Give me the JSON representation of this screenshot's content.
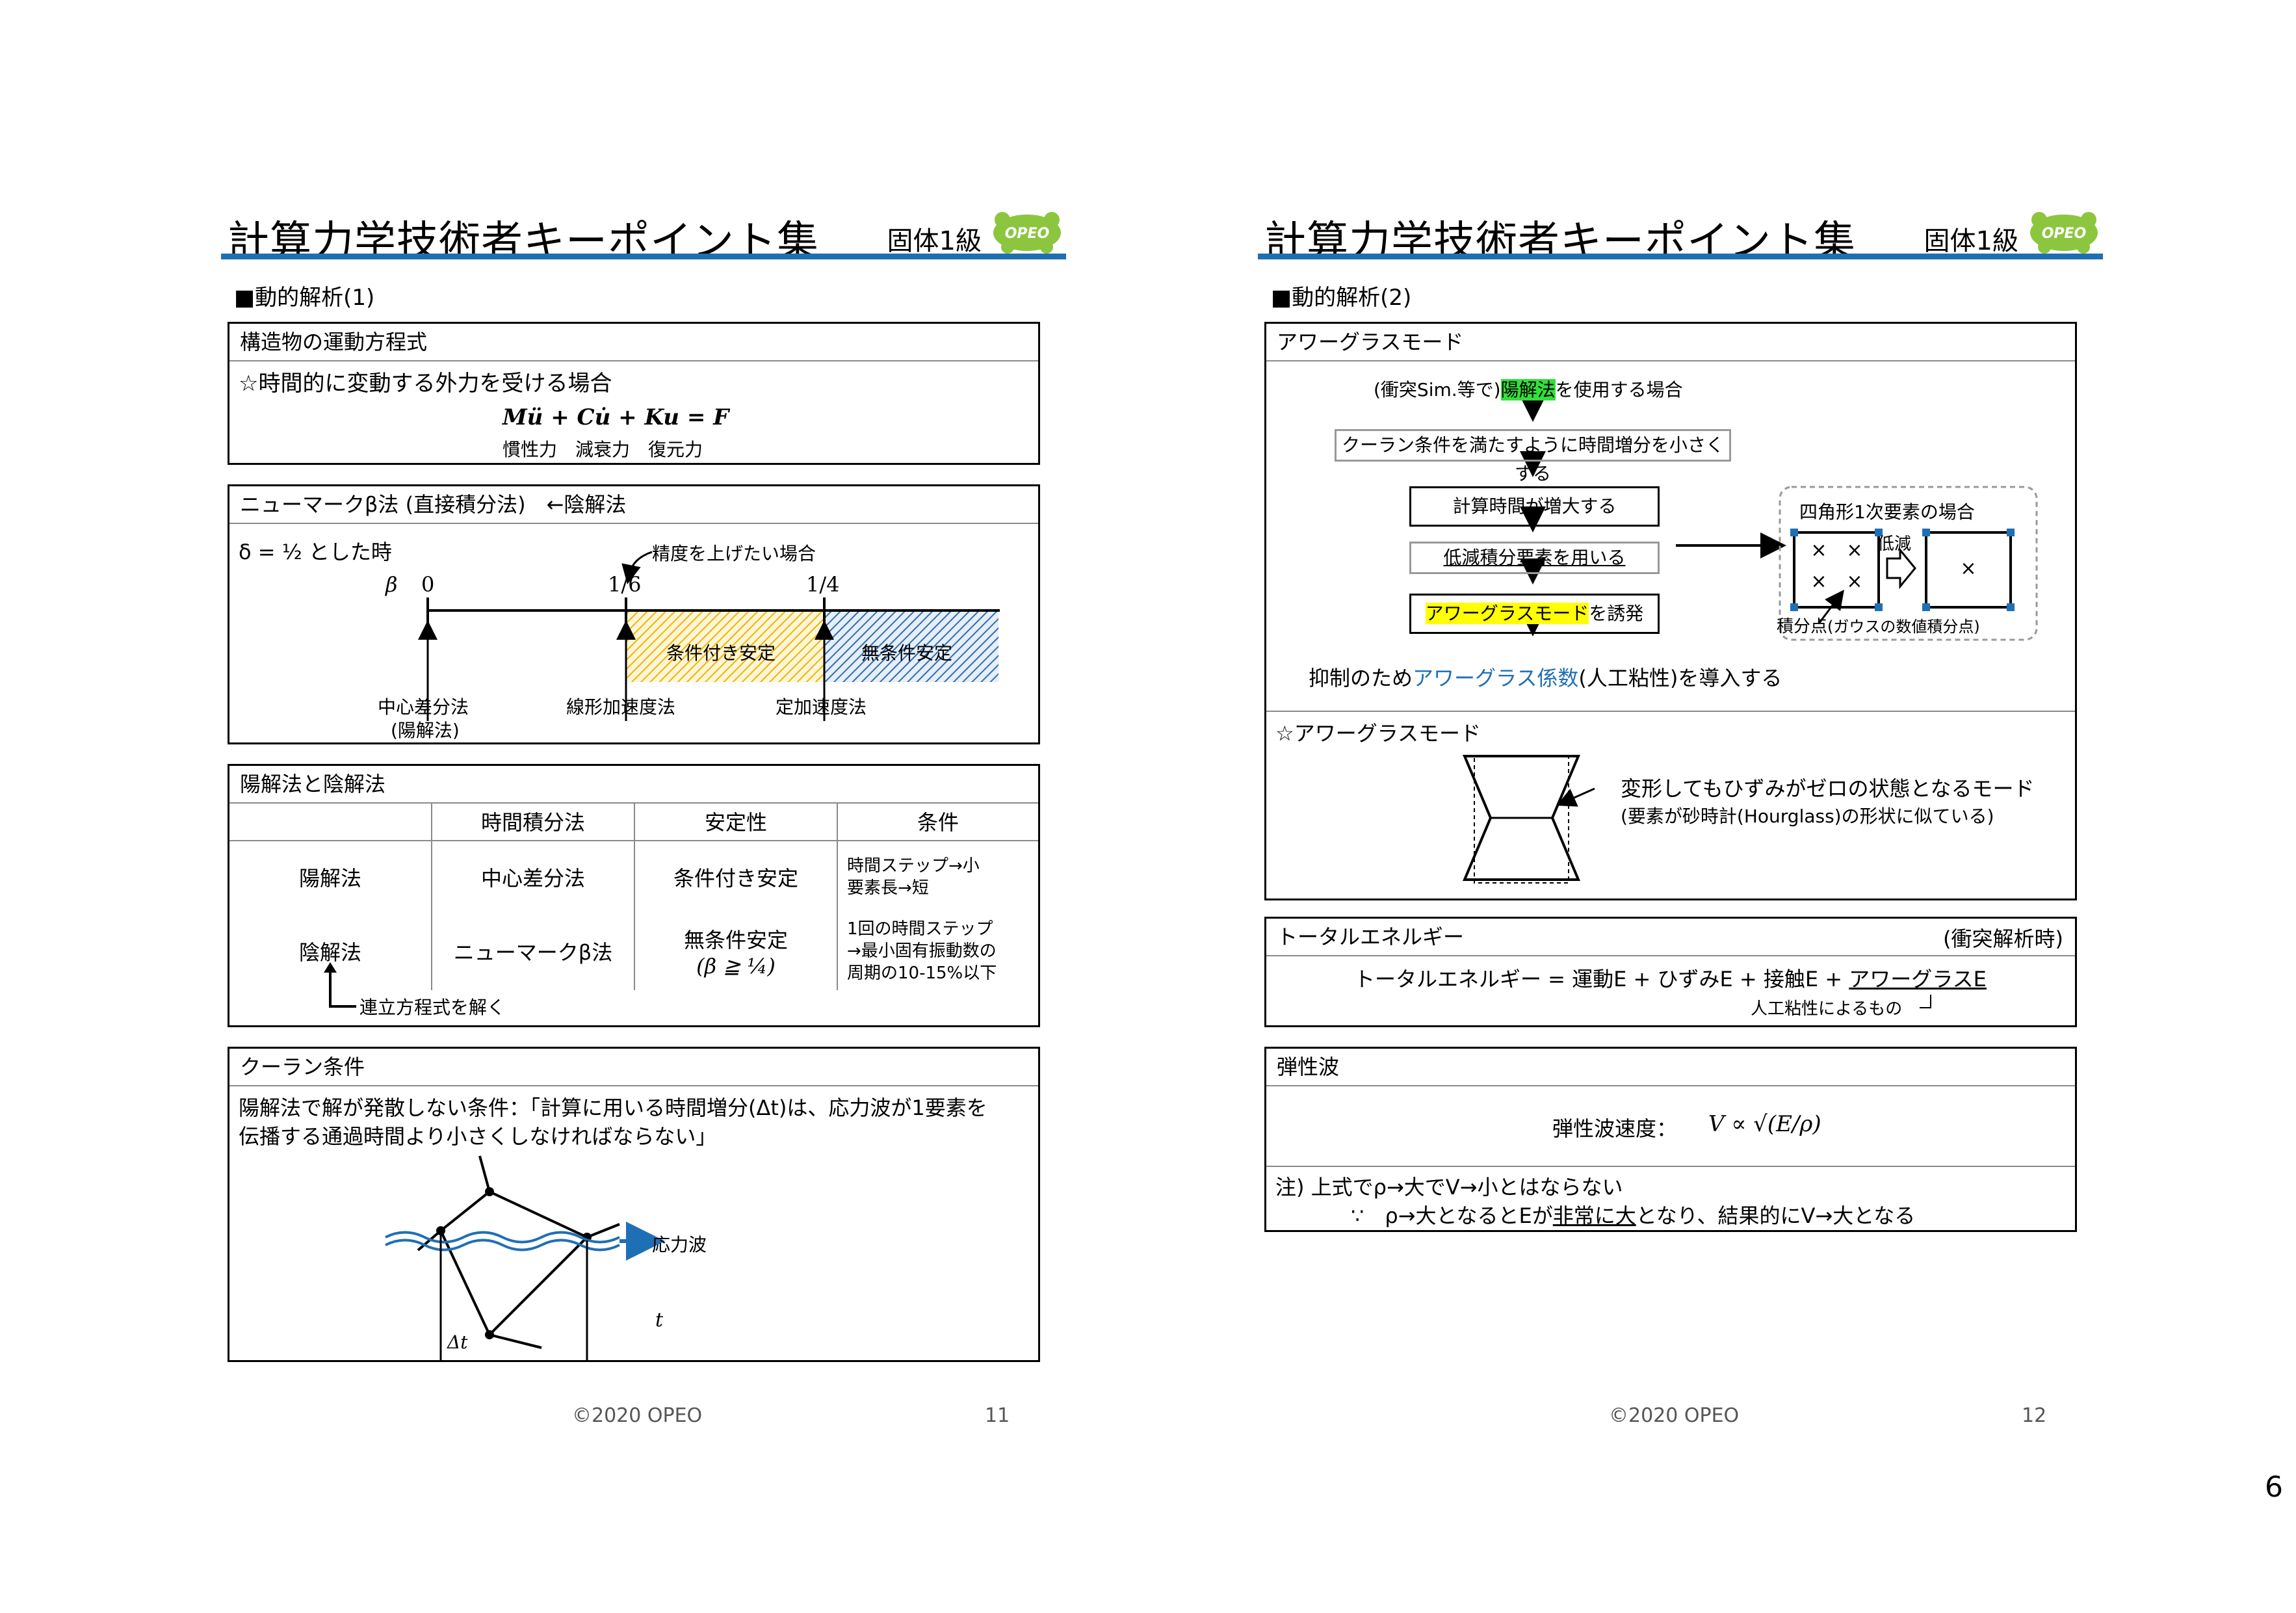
{
  "header": {
    "title": "計算力学技術者キーポイント集",
    "grade": "固体1級",
    "logo_text": "OPEO"
  },
  "left": {
    "section": "■動的解析(1)",
    "box1": {
      "title": "構造物の運動方程式",
      "line1": "☆時間的に変動する外力を受ける場合",
      "equation": "Mü + Cu̇ + Ku = F",
      "terms": "慣性力　減衰力　復元力"
    },
    "box2": {
      "title": "ニューマークβ法 (直接積分法)　←陰解法",
      "delta": "δ = ½ とした時",
      "beta_symbol": "β",
      "ticks": [
        "0",
        "1/6",
        "1/4"
      ],
      "note": "精度を上げたい場合",
      "region1": "条件付き安定",
      "region2": "無条件安定",
      "method1": "中心差分法",
      "method1b": "(陽解法)",
      "method2": "線形加速度法",
      "method3": "定加速度法"
    },
    "box3": {
      "title": "陽解法と陰解法",
      "headers": [
        "",
        "時間積分法",
        "安定性",
        "条件"
      ],
      "rows": [
        {
          "name": "陽解法",
          "method": "中心差分法",
          "stability": "条件付き安定",
          "cond1": "時間ステップ→小",
          "cond2": "要素長→短",
          "cond3": ""
        },
        {
          "name": "陰解法",
          "method": "ニューマークβ法",
          "stability": "無条件安定",
          "stability2": "(β ≧ ¼)",
          "cond1": "1回の時間ステップ",
          "cond2": "→最小固有振動数の",
          "cond3": "周期の10-15%以下"
        }
      ],
      "note": "連立方程式を解く"
    },
    "box4": {
      "title": "クーラン条件",
      "line1": "陽解法で解が発散しない条件：「計算に用いる時間増分(Δt)は、応力波が1要素を",
      "line2": "伝播する通過時間より小さくしなければならない」",
      "wave_label": "応力波",
      "axis_label": "t",
      "dt_label": "Δt"
    },
    "footer": "©2020 OPEO",
    "page": "11"
  },
  "right": {
    "section": "■動的解析(2)",
    "box1": {
      "title": "アワーグラスモード",
      "flow0_pre": "(衝突Sim.等で)",
      "flow0_hl": "陽解法",
      "flow0_post": "を使用する場合",
      "flow1": "クーラン条件を満たすように時間増分を小さくする",
      "flow2": "計算時間が増大する",
      "flow3": "低減積分要素を用いる",
      "flow4_hl": "アワーグラスモード",
      "flow4_post": "を誘発",
      "result_pre": "抑制のため",
      "result_blue": "アワーグラス係数",
      "result_post": "(人工粘性)を導入する",
      "side_title": "四角形1次要素の場合",
      "side_reduce": "低減",
      "side_point_a": "積分点",
      "side_point_b": "(ガウスの数値積分点)"
    },
    "box2": {
      "title": "☆アワーグラスモード",
      "desc1": "変形してもひずみがゼロの状態となるモード",
      "desc2": "(要素が砂時計(Hourglass)の形状に似ている)"
    },
    "box3": {
      "title": "トータルエネルギー",
      "title_right": "(衝突解析時)",
      "equation_a": "トータルエネルギー = 運動E + ひずみE + 接触E + ",
      "equation_b": "アワーグラスE",
      "note": "人工粘性によるもの"
    },
    "box4": {
      "title": "弾性波",
      "formula_label": "弾性波速度：",
      "formula": "V ∝ √(E/ρ)",
      "note1": "注) 上式でρ→大でV→小とはならない",
      "note2_a": "∵　ρ→大となるとEが",
      "note2_b": "非常に大",
      "note2_c": "となり、結果的にV→大となる"
    },
    "footer": "©2020 OPEO",
    "page": "12"
  },
  "sheet_number": "6"
}
